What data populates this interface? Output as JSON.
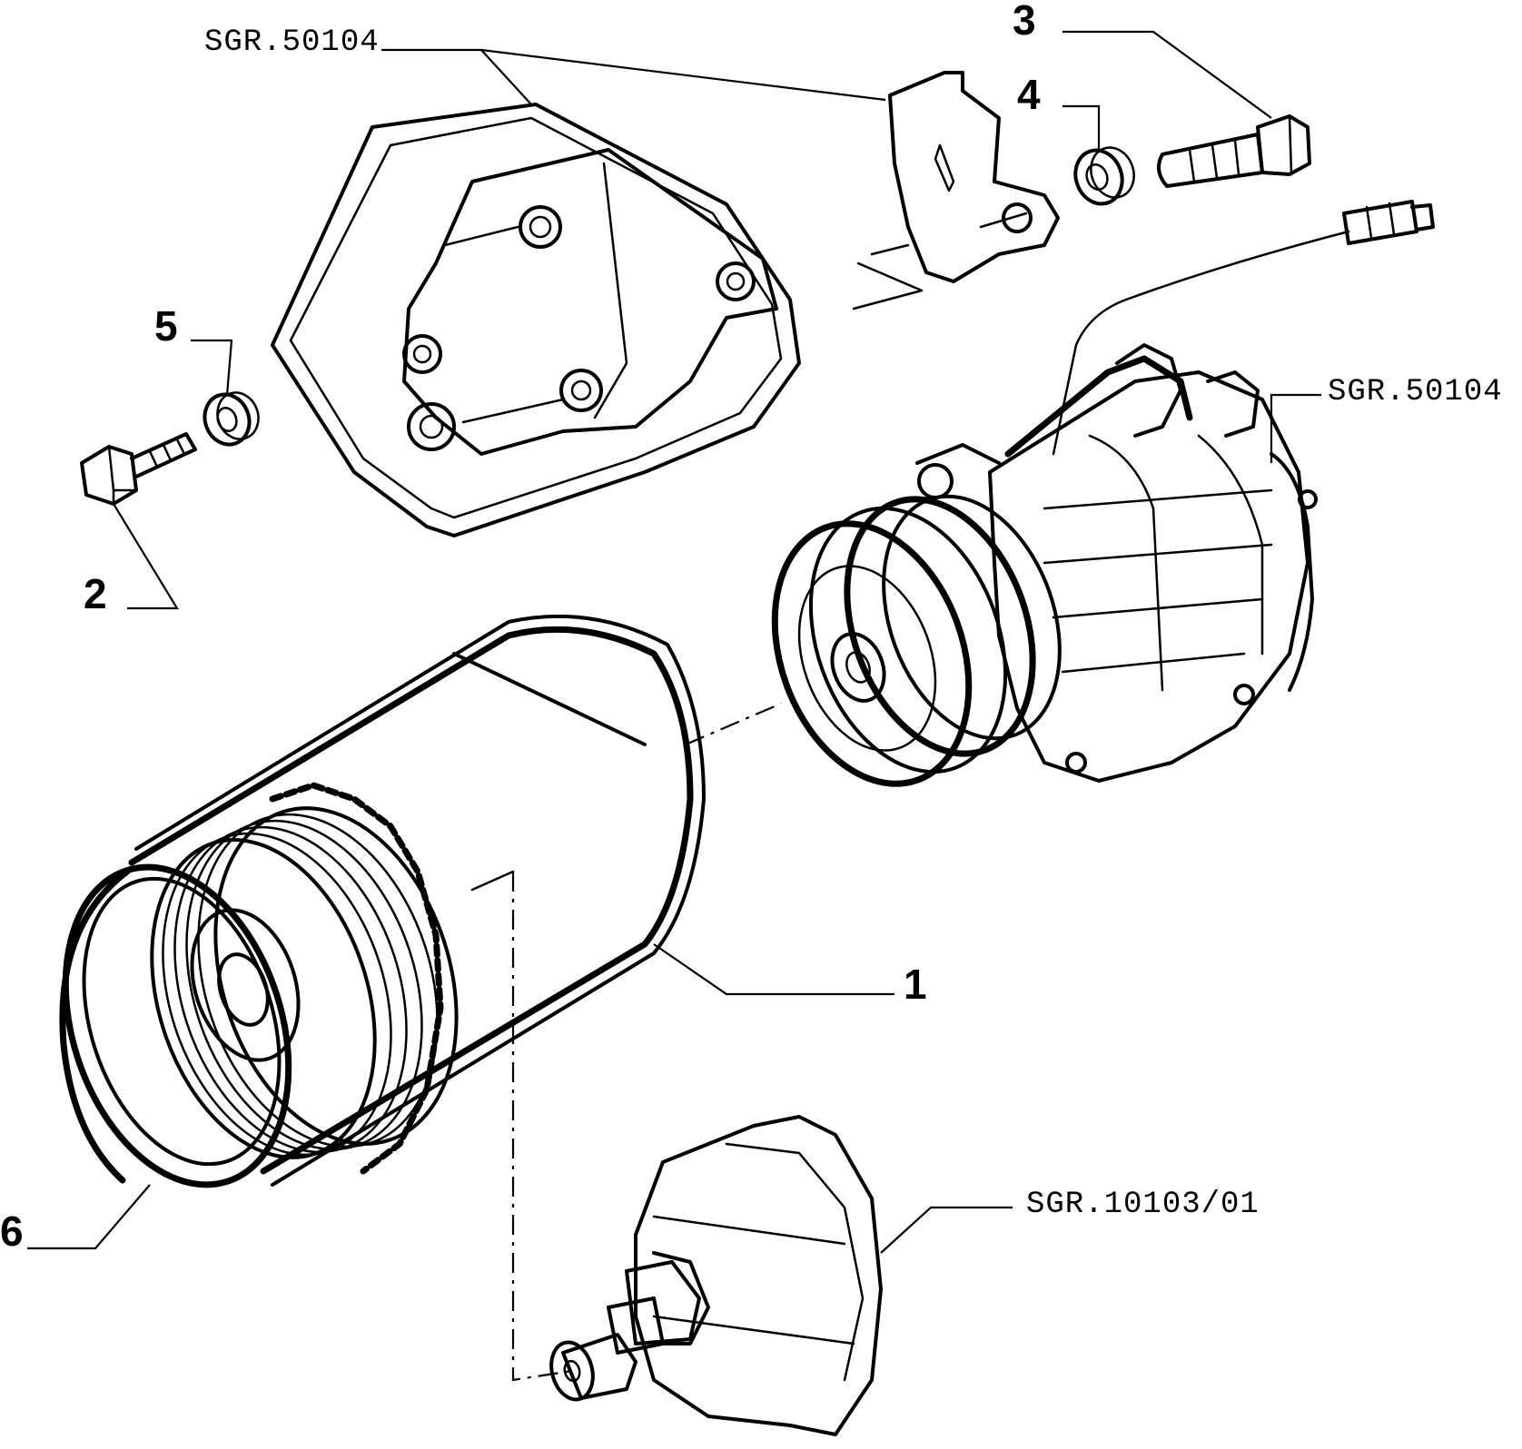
{
  "callouts": {
    "part1": "1",
    "part2": "2",
    "part3": "3",
    "part4": "4",
    "part5": "5",
    "part6": "6"
  },
  "references": {
    "bracket_ref": "SGR.50104",
    "compressor_ref": "SGR.50104",
    "crankshaft_ref": "SGR.10103/01"
  }
}
